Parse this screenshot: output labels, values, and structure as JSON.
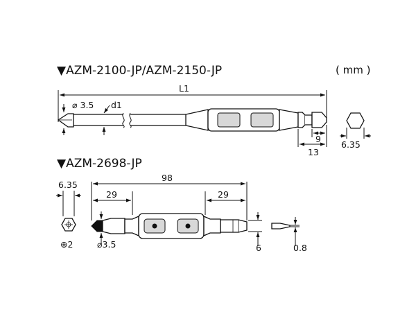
{
  "header": {
    "title_top": "▼AZM-2100-JP/AZM-2150-JP",
    "units": "( mm )"
  },
  "top_diagram": {
    "length_label": "L1",
    "tip_diameter": "⌀ 3.5",
    "shank_label": "d1",
    "dim_hex_length": "9",
    "dim_end_length": "13",
    "hex_size": "6.35"
  },
  "bottom": {
    "title": "▼AZM-2698-JP",
    "hex_size": "6.35",
    "phillips_size": "⊕2",
    "total_length": "98",
    "left_length": "29",
    "right_length": "29",
    "tip_diameter": "⌀3.5",
    "blade_width": "6",
    "blade_thickness": "0.8"
  }
}
